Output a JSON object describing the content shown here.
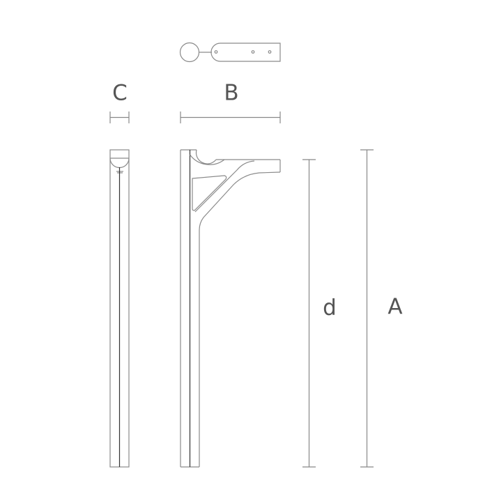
{
  "diagram": {
    "type": "technical-drawing",
    "subject": "wall bracket / shelf support",
    "colors": {
      "outline": "#8a8a8a",
      "center_line": "#333333",
      "dimension": "#888888",
      "label": "#555555",
      "background": "#ffffff"
    },
    "views": [
      {
        "name": "top-view",
        "description": "plan view with round end and three holes"
      },
      {
        "name": "front-view",
        "description": "narrow upright, width C"
      },
      {
        "name": "side-view",
        "description": "upright with angled bracket arm, width B"
      }
    ],
    "dimensions": {
      "C": {
        "label": "C",
        "meaning": "width of upright (front view)"
      },
      "B": {
        "label": "B",
        "meaning": "projection of bracket arm"
      },
      "d": {
        "label": "d",
        "meaning": "height below arm top"
      },
      "A": {
        "label": "A",
        "meaning": "overall height"
      }
    }
  }
}
